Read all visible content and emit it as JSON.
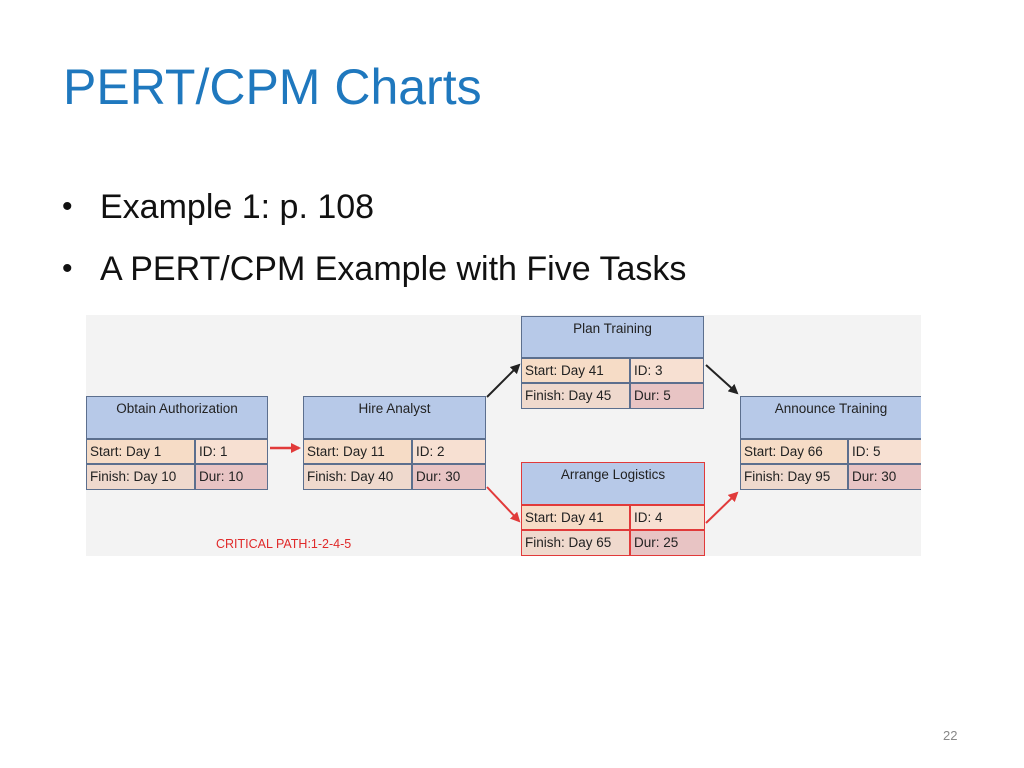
{
  "slide": {
    "title": "PERT/CPM Charts",
    "bullets": [
      "Example 1: p. 108",
      "A PERT/CPM Example with Five Tasks"
    ],
    "page_number": "22"
  },
  "diagram": {
    "critical_path_label": "CRITICAL PATH:1-2-4-5",
    "colors": {
      "header": "#b7c9e8",
      "critical_border": "#e13a3a",
      "normal_border": "#5c6f8e",
      "critical_arrow": "#e13a3a",
      "normal_arrow": "#222222"
    },
    "tasks": [
      {
        "name": "Obtain Authorization",
        "start": "Start: Day 1",
        "finish": "Finish: Day 10",
        "id": "ID: 1",
        "dur": "Dur: 10"
      },
      {
        "name": "Hire Analyst",
        "start": "Start: Day 11",
        "finish": "Finish: Day 40",
        "id": "ID: 2",
        "dur": "Dur: 30"
      },
      {
        "name": "Plan Training",
        "start": "Start: Day 41",
        "finish": "Finish: Day 45",
        "id": "ID: 3",
        "dur": "Dur: 5"
      },
      {
        "name": "Arrange Logistics",
        "start": "Start: Day 41",
        "finish": "Finish: Day 65",
        "id": "ID: 4",
        "dur": "Dur: 25"
      },
      {
        "name": "Announce Training",
        "start": "Start: Day 66",
        "finish": "Finish: Day 95",
        "id": "ID: 5",
        "dur": "Dur: 30"
      }
    ]
  }
}
